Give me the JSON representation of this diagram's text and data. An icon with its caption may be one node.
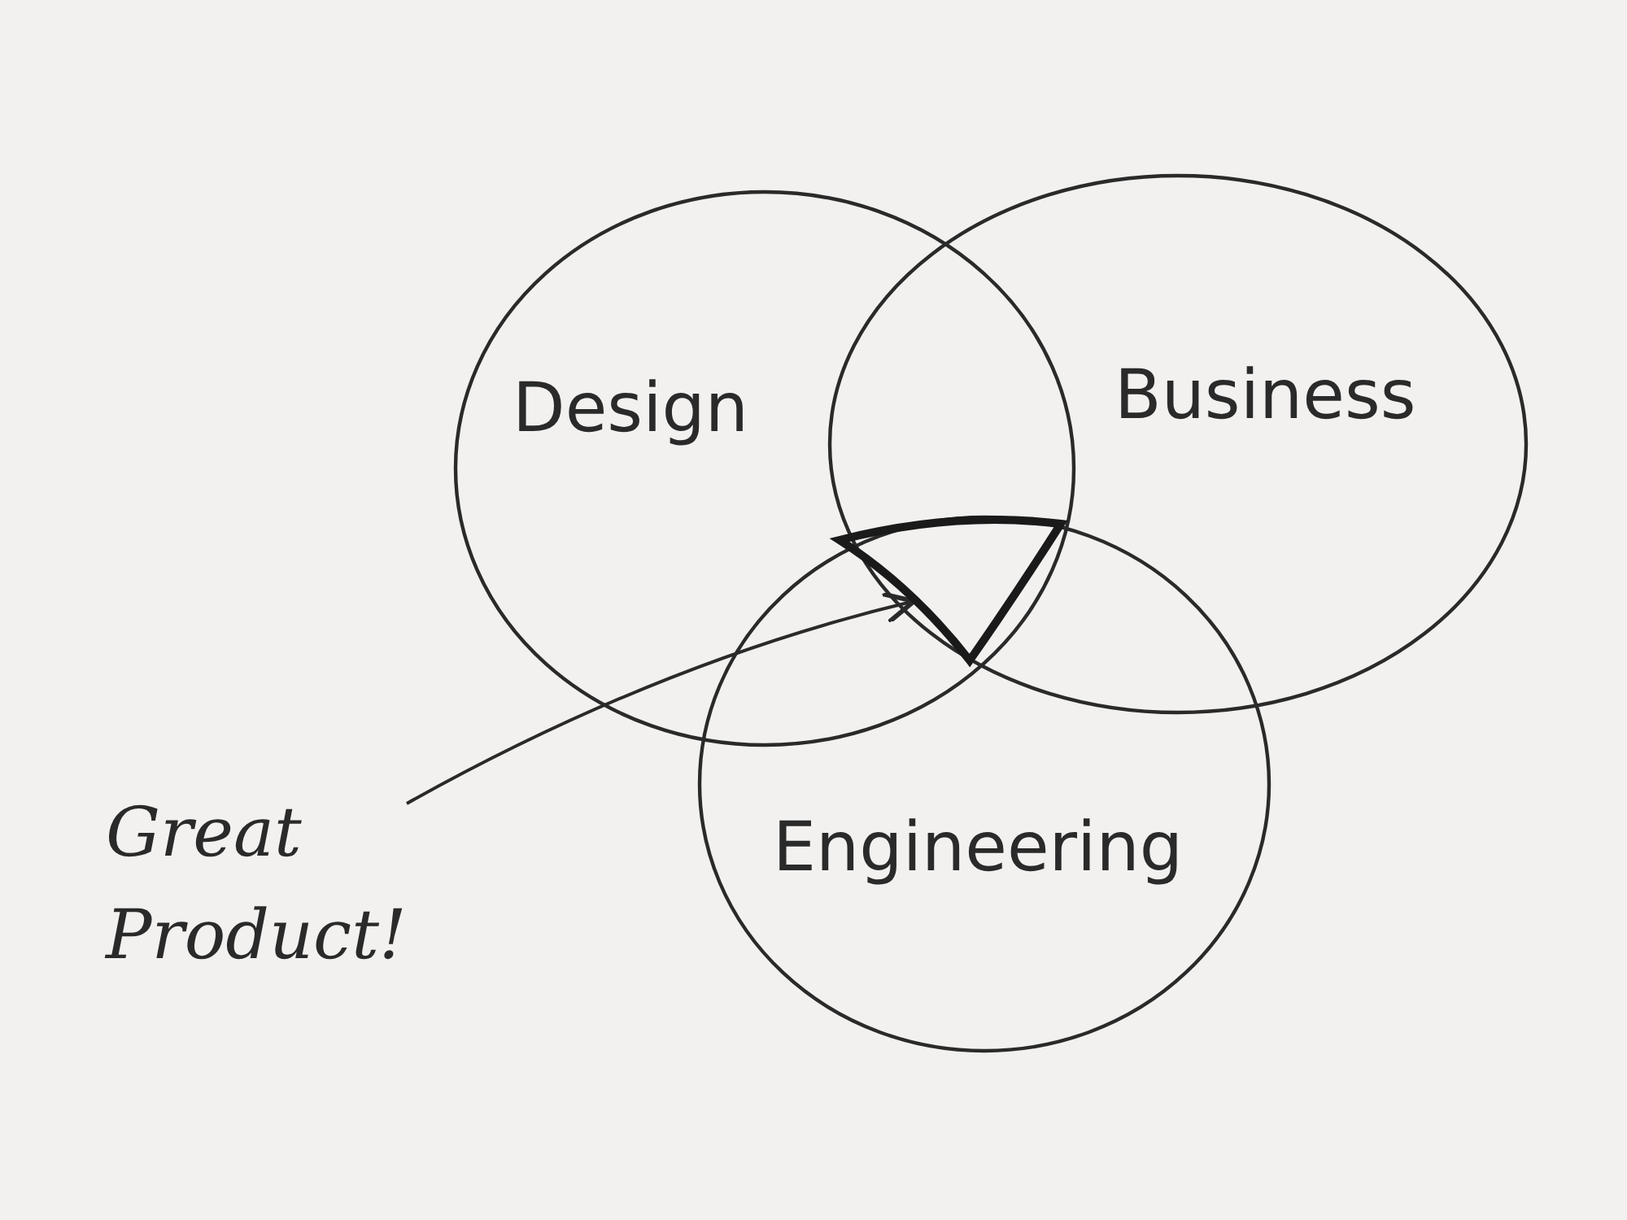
{
  "diagram": {
    "nodes": [
      {
        "text": [
          "Design"
        ]
      },
      {
        "text": [
          "Business"
        ]
      },
      {
        "text": [
          "Engineering"
        ]
      },
      {
        "text": [
          "Great Product!"
        ]
      },
      {
        "text": [],
        "shape": "triangle"
      }
    ],
    "edges": [
      {
        "from": 3,
        "to": 4,
        "arrow": "to"
      }
    ]
  }
}
